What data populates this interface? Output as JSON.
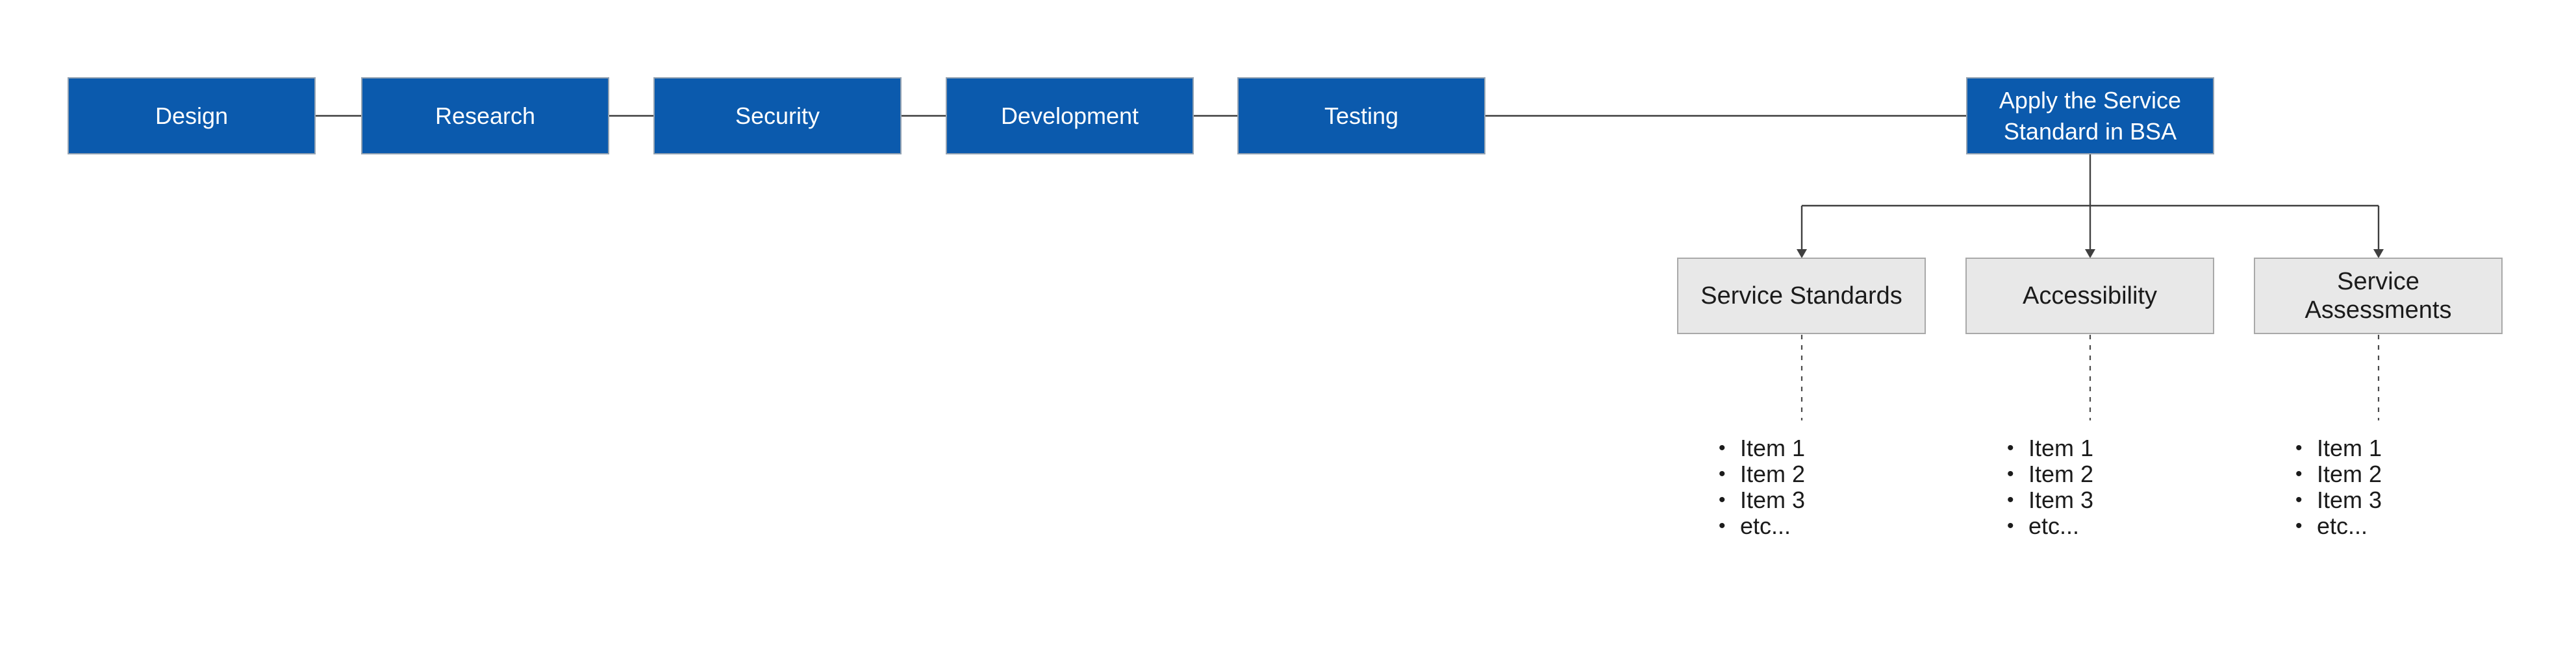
{
  "diagram": {
    "type": "flowchart",
    "process_steps": [
      {
        "label": "Design"
      },
      {
        "label": "Research"
      },
      {
        "label": "Security"
      },
      {
        "label": "Development"
      },
      {
        "label": "Testing"
      },
      {
        "label": "Apply the Service Standard in BSA"
      }
    ],
    "categories": [
      {
        "label": "Service Standards",
        "items": [
          "Item 1",
          "Item 2",
          "Item 3",
          "etc..."
        ]
      },
      {
        "label": "Accessibility",
        "items": [
          "Item 1",
          "Item 2",
          "Item 3",
          "etc..."
        ]
      },
      {
        "label": "Service Assessments",
        "items": [
          "Item 1",
          "Item 2",
          "Item 3",
          "etc..."
        ]
      }
    ],
    "colors": {
      "step_fill": "#0b5aad",
      "step_text": "#ffffff",
      "category_fill": "#e8e8e8",
      "category_border": "#a9a9a9",
      "connector": "#3f3f3f"
    }
  }
}
